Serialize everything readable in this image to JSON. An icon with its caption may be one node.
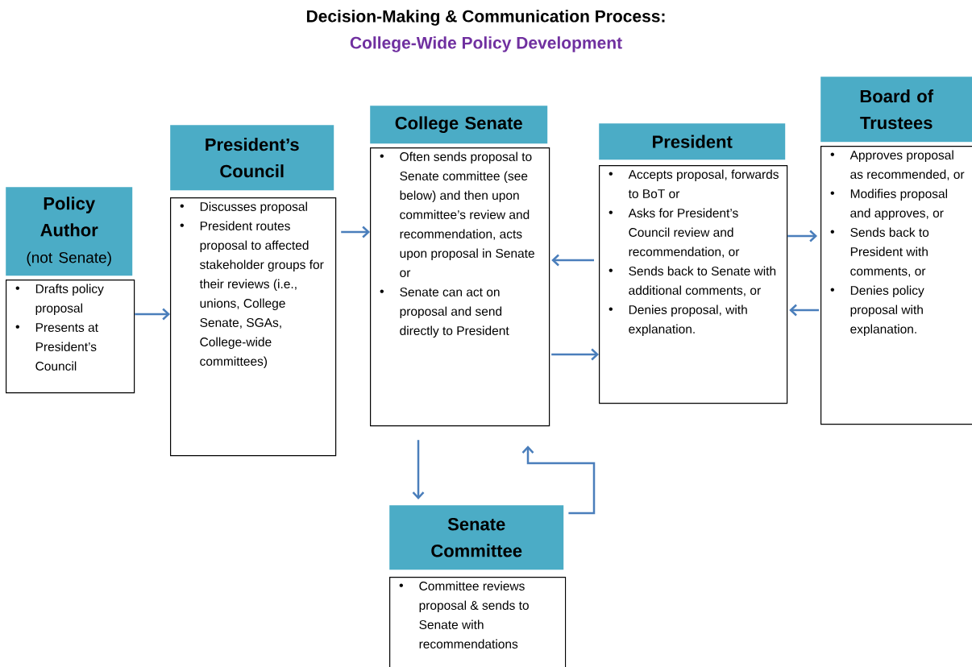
{
  "diagram": {
    "title": "Decision-Making & Communication Process:",
    "nodes": [
      {
        "text": [
          "Policy Author",
          "(not Senate)"
        ]
      },
      {
        "text": [
          "Drafts policy proposal",
          "Presents at President’s Council"
        ]
      },
      {
        "text": [
          "President’s Council"
        ]
      },
      {
        "text": [
          "Discusses proposal",
          "President routes proposal to affected stakeholder groups for their reviews (i.e., unions, College Senate, SGAs, College-wide committees)"
        ]
      },
      {
        "text": [
          "College Senate"
        ]
      },
      {
        "text": [
          "Often sends proposal to Senate committee (see below) and then upon committee’s review and recommendation, acts upon proposal in Senate",
          "or",
          "Senate can act on proposal and send directly to President"
        ]
      },
      {
        "text": [
          "President"
        ]
      },
      {
        "text": [
          "Accepts proposal, forwards to BoT or",
          "Asks for President’s Council review and recommendation, or",
          "Sends back to Senate with additional comments, or",
          "Denies proposal, with explanation."
        ]
      },
      {
        "text": [
          "Board of Trustees"
        ]
      },
      {
        "text": [
          "Approves proposal as recommended, or",
          "Modifies proposal and approves, or",
          "Sends back to President with comments, or",
          "Denies policy proposal with explanation."
        ]
      },
      {
        "text": [
          "Senate Committee"
        ]
      },
      {
        "text": [
          "Committee reviews proposal & sends to Senate with recommendations"
        ]
      }
    ],
    "edges": [
      {
        "from": 1,
        "to": 3,
        "arrow": "to"
      },
      {
        "from": 3,
        "to": 5,
        "arrow": "to"
      },
      {
        "from": 7,
        "to": 5,
        "arrow": "to"
      },
      {
        "from": 5,
        "to": 7,
        "arrow": "to"
      },
      {
        "from": 7,
        "to": 9,
        "arrow": "to"
      },
      {
        "from": 9,
        "to": 7,
        "arrow": "to"
      },
      {
        "from": 5,
        "to": 10,
        "arrow": "to"
      },
      {
        "from": 10,
        "to": 5,
        "arrow": "to"
      }
    ],
    "labels": [
      "College-Wide Policy Development"
    ]
  }
}
